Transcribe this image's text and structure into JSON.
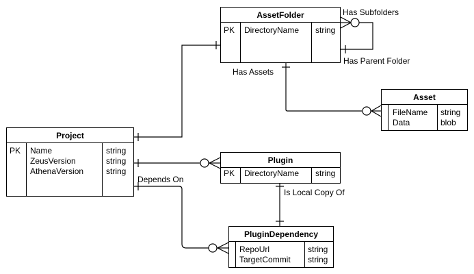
{
  "entities": {
    "asset_folder": {
      "name": "AssetFolder",
      "rows": [
        {
          "key": "PK",
          "field": "DirectoryName",
          "type": "string"
        }
      ]
    },
    "asset": {
      "name": "Asset",
      "rows": [
        {
          "key": "",
          "field": "FileName",
          "type": "string"
        },
        {
          "key": "",
          "field": "Data",
          "type": "blob"
        }
      ]
    },
    "project": {
      "name": "Project",
      "rows": [
        {
          "key": "PK",
          "field": "Name",
          "type": "string"
        },
        {
          "key": "",
          "field": "ZeusVersion",
          "type": "string"
        },
        {
          "key": "",
          "field": "AthenaVersion",
          "type": "string"
        }
      ]
    },
    "plugin": {
      "name": "Plugin",
      "rows": [
        {
          "key": "PK",
          "field": "DirectoryName",
          "type": "string"
        }
      ]
    },
    "plugin_dependency": {
      "name": "PluginDependency",
      "rows": [
        {
          "key": "",
          "field": "RepoUrl",
          "type": "string"
        },
        {
          "key": "",
          "field": "TargetCommit",
          "type": "string"
        }
      ]
    }
  },
  "relationships": {
    "has_subfolders": "Has Subfolders",
    "has_parent_folder": "Has Parent Folder",
    "has_assets": "Has Assets",
    "depends_on": "Depends On",
    "is_local_copy_of": "Is Local Copy Of"
  }
}
